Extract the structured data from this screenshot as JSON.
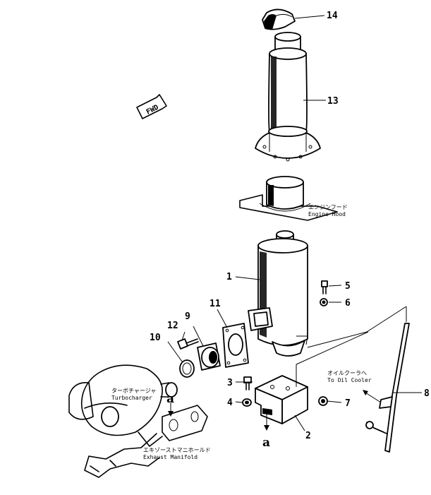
{
  "fwd_label": "FWD",
  "callouts": {
    "c1": "1",
    "c2": "2",
    "c3": "3",
    "c4": "4",
    "c5": "5",
    "c6": "6",
    "c7": "7",
    "c8": "8",
    "c9": "9",
    "c10": "10",
    "c11": "11",
    "c12": "12",
    "c13": "13",
    "c14": "14"
  },
  "labels": {
    "engine_hood_jp": "エンジンフード",
    "engine_hood_en": "Engine Hood",
    "oil_cooler_jp": "オイルクーラへ",
    "oil_cooler_en": "To Oil Cooler",
    "turbo_jp": "ターボチャージャ",
    "turbo_en": "Turbocharger",
    "manifold_jp": "エキゾーストマニホールド",
    "manifold_en": "Exhaust Manifold"
  },
  "ref_a_top": "a",
  "ref_a_bottom": "a"
}
